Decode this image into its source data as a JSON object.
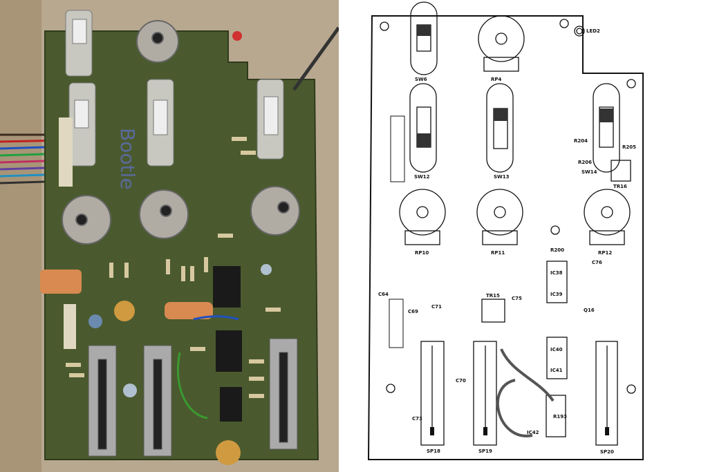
{
  "photo": {
    "handwritten_marking": "Bootle"
  },
  "diagram": {
    "labels": {
      "led2": "LED2",
      "sw6": "SW6",
      "rp4": "RP4",
      "sw12": "SW12",
      "sw13": "SW13",
      "sw14": "SW14",
      "tr16": "TR16",
      "r204": "R204",
      "r205": "R205",
      "r206": "R206",
      "rp10": "RP10",
      "rp11": "RP11",
      "rp12": "RP12",
      "r200": "R200",
      "c76": "C76",
      "ic38": "IC38",
      "ic39": "IC39",
      "ic40": "IC40",
      "ic41": "IC41",
      "ic42": "IC42",
      "tr15": "TR15",
      "c75": "C75",
      "c64": "C64",
      "c69": "C69",
      "c71": "C71",
      "c70": "C70",
      "c73": "C73",
      "q16": "Q16",
      "r193": "R193",
      "sp18": "SP18",
      "sp19": "SP19",
      "sp20": "SP20"
    }
  }
}
